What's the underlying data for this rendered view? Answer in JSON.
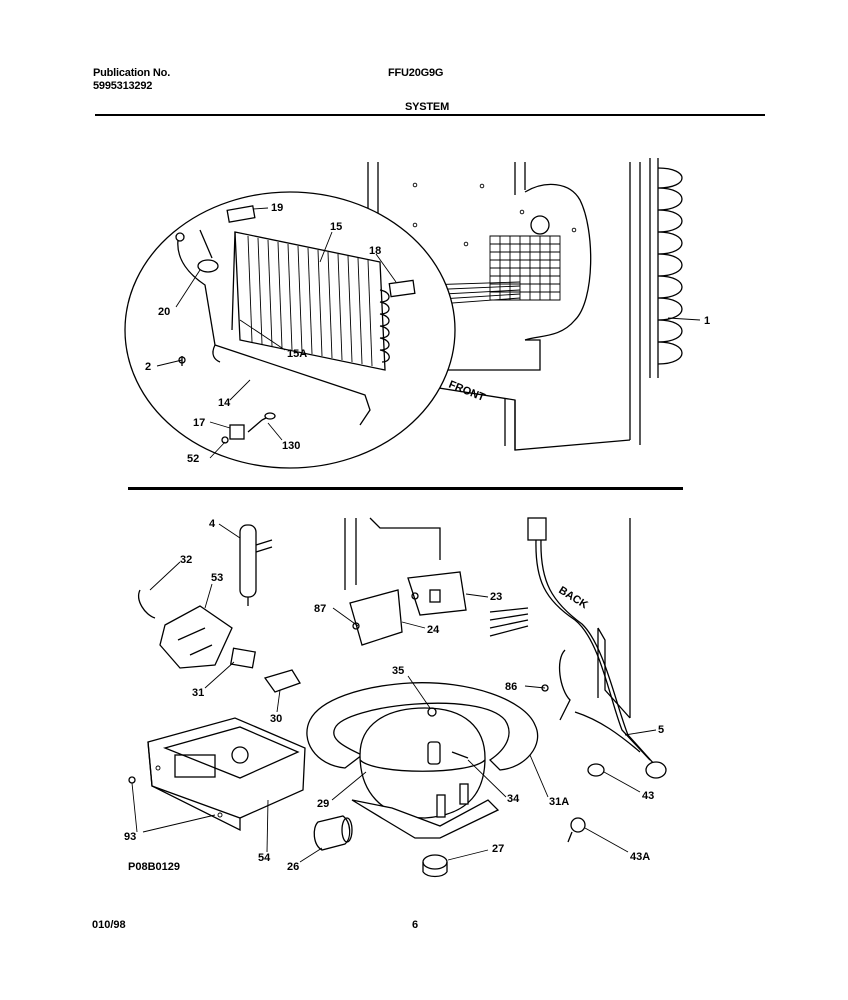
{
  "header": {
    "publication_label": "Publication No.",
    "publication_number": "5995313292",
    "model": "FFU20G9G",
    "section": "SYSTEM"
  },
  "callouts": {
    "c1": "1",
    "c2": "2",
    "c14": "14",
    "c15": "15",
    "c15A": "15A",
    "c17": "17",
    "c18": "18",
    "c19": "19",
    "c20": "20",
    "c52": "52",
    "c130": "130",
    "c4": "4",
    "c32": "32",
    "c53": "53",
    "c31": "31",
    "c30": "30",
    "c87": "87",
    "c23": "23",
    "c24": "24",
    "c35": "35",
    "c86": "86",
    "c5": "5",
    "c29": "29",
    "c34": "34",
    "c31A": "31A",
    "c43": "43",
    "c43A": "43A",
    "c27": "27",
    "c26": "26",
    "c54": "54",
    "c93": "93"
  },
  "labels": {
    "front": "FRONT",
    "back": "BACK",
    "drawing_number": "P08B0129"
  },
  "footer": {
    "date": "010/98",
    "page": "6"
  }
}
